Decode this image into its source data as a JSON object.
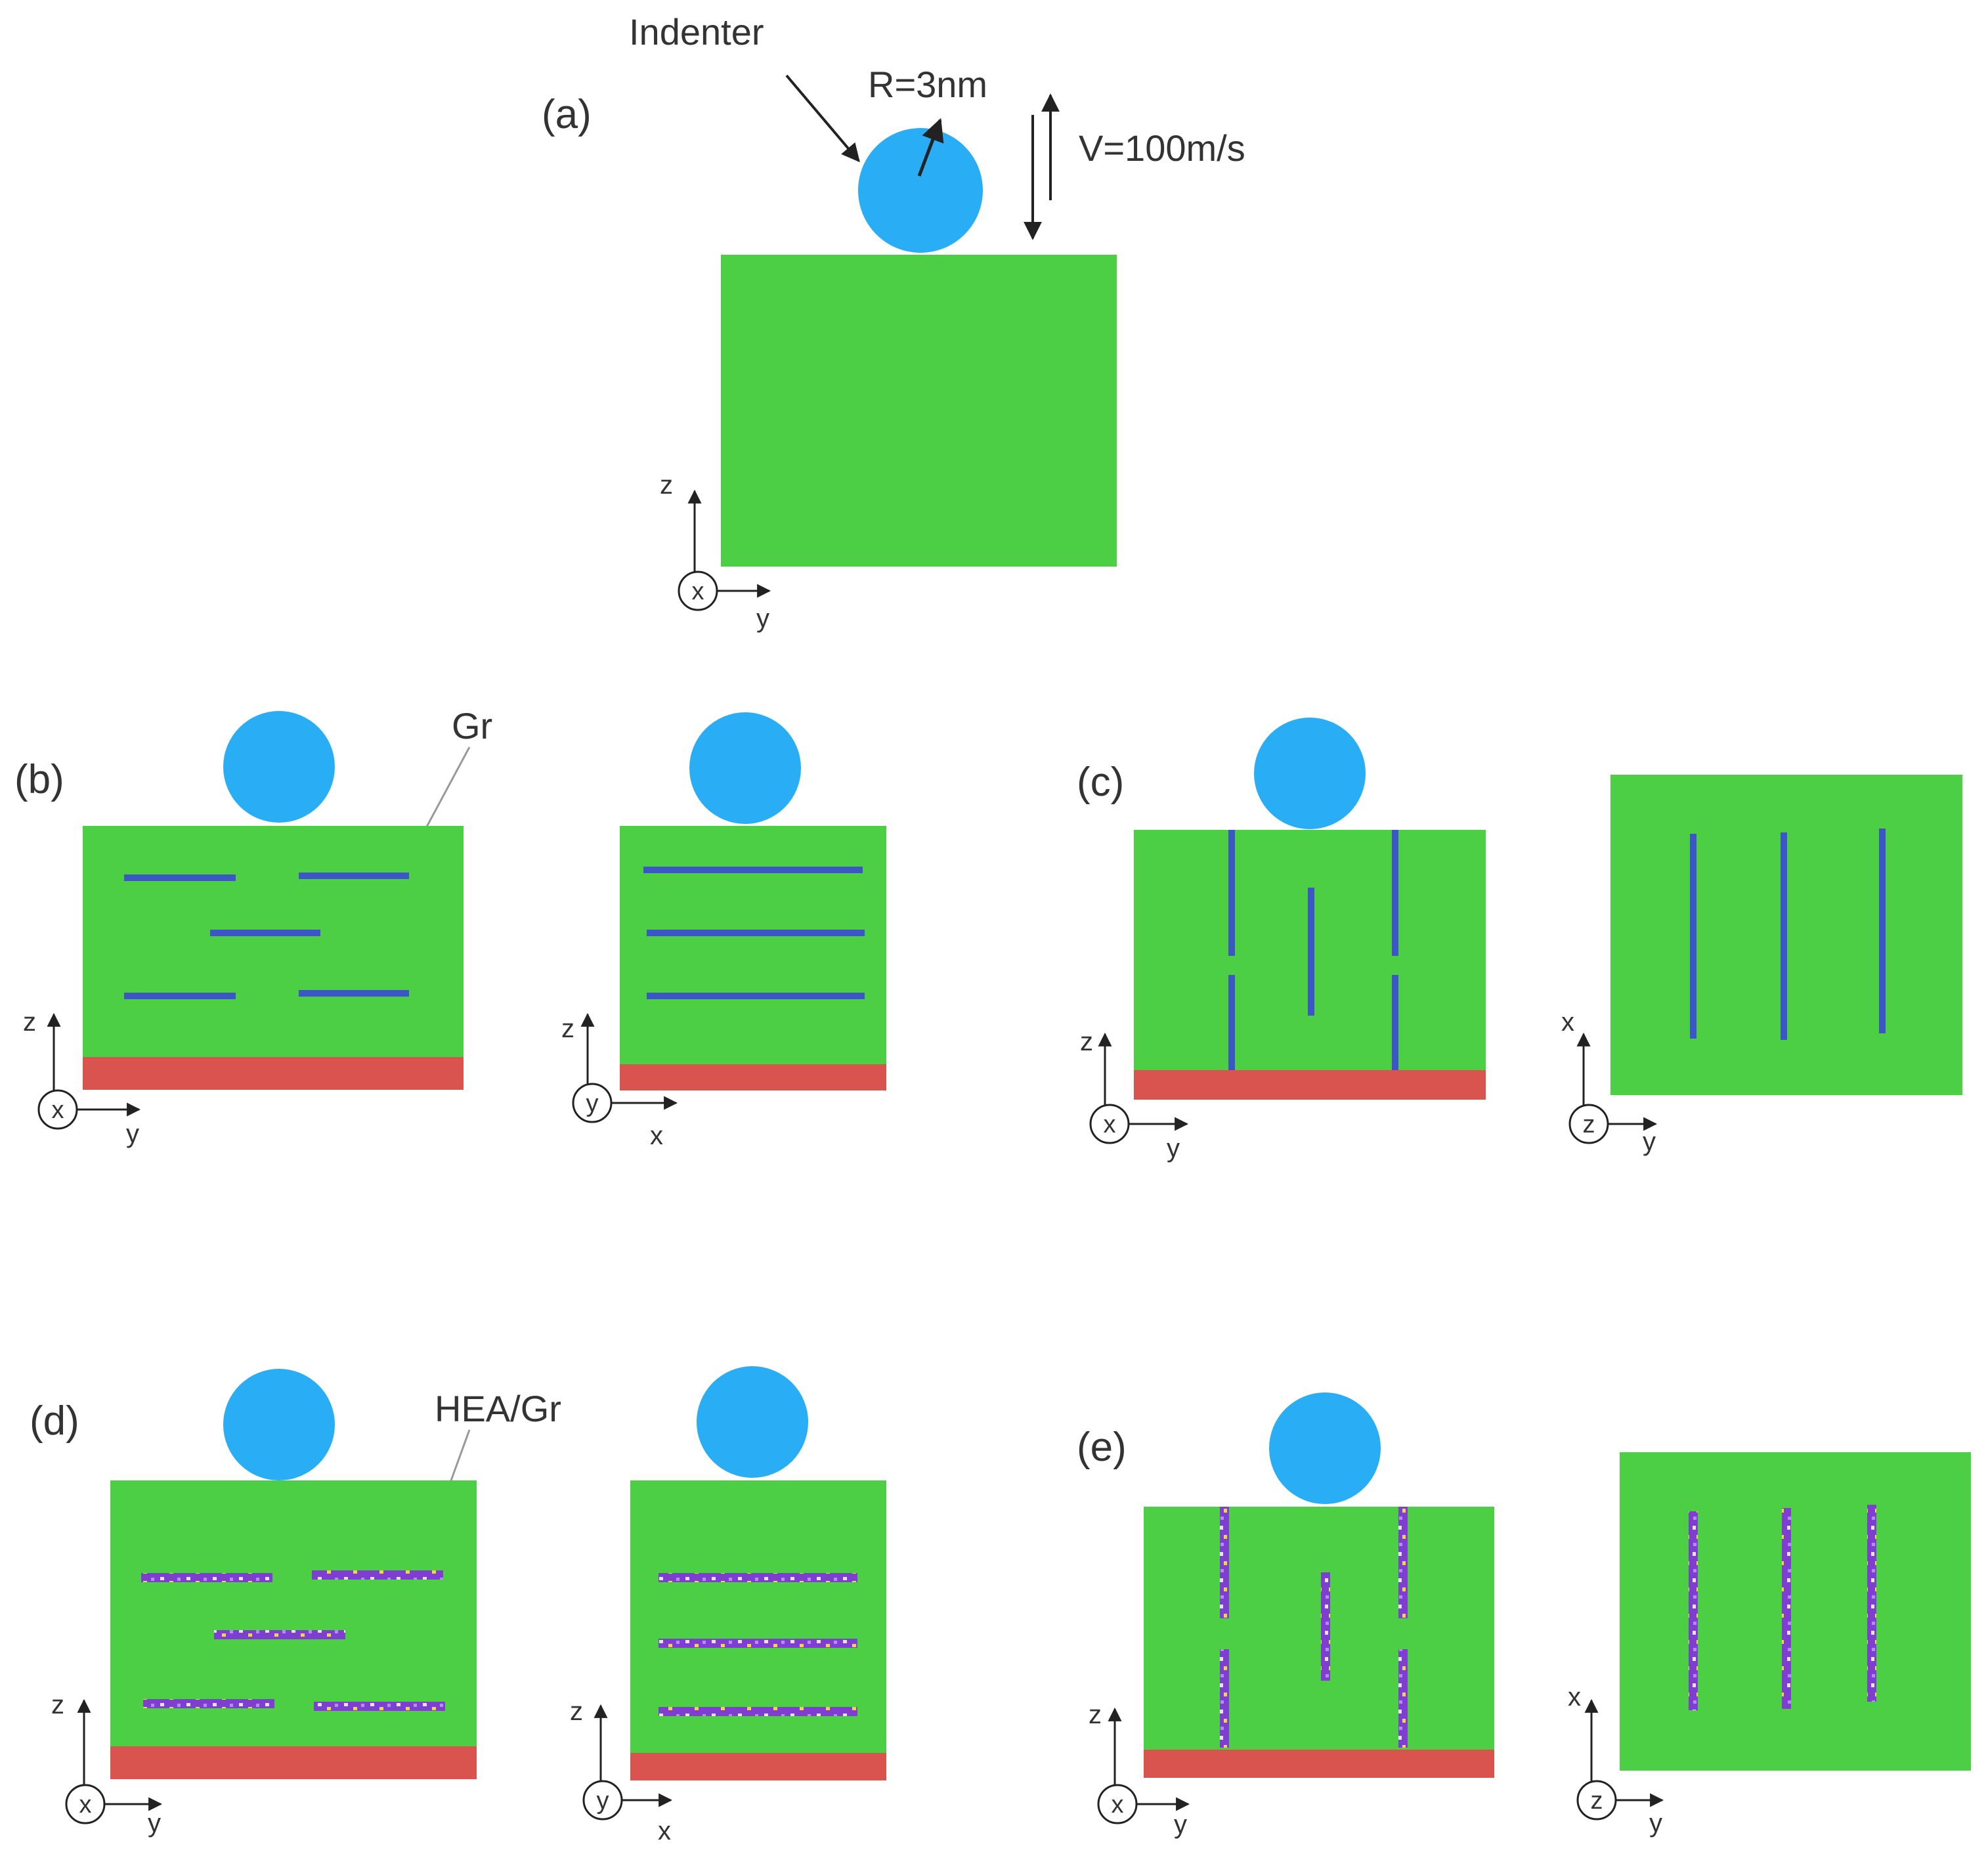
{
  "panels": {
    "a": "(a)",
    "b": "(b)",
    "c": "(c)",
    "d": "(d)",
    "e": "(e)"
  },
  "annotations": {
    "indenter": "Indenter",
    "radius": "R=3nm",
    "velocity": "V=100m/s",
    "gr": "Gr",
    "hea_gr": "HEA/Gr"
  },
  "axes": {
    "a": {
      "up": "z",
      "right": "y",
      "circle": "x"
    },
    "b1": {
      "up": "z",
      "right": "y",
      "circle": "x"
    },
    "b2": {
      "up": "z",
      "right": "x",
      "circle": "y"
    },
    "c1": {
      "up": "z",
      "right": "y",
      "circle": "x"
    },
    "c2": {
      "up": "x",
      "right": "y",
      "circle": "z"
    },
    "d1": {
      "up": "z",
      "right": "y",
      "circle": "x"
    },
    "d2": {
      "up": "z",
      "right": "x",
      "circle": "y"
    },
    "e1": {
      "up": "z",
      "right": "y",
      "circle": "x"
    },
    "e2": {
      "up": "x",
      "right": "y",
      "circle": "z"
    }
  },
  "colors": {
    "matrix": "#4ccf45",
    "indenter": "#29adf5",
    "substrate": "#d9534f",
    "graphene": "#3c56c8",
    "hea_coating": "#8a3fd6"
  }
}
